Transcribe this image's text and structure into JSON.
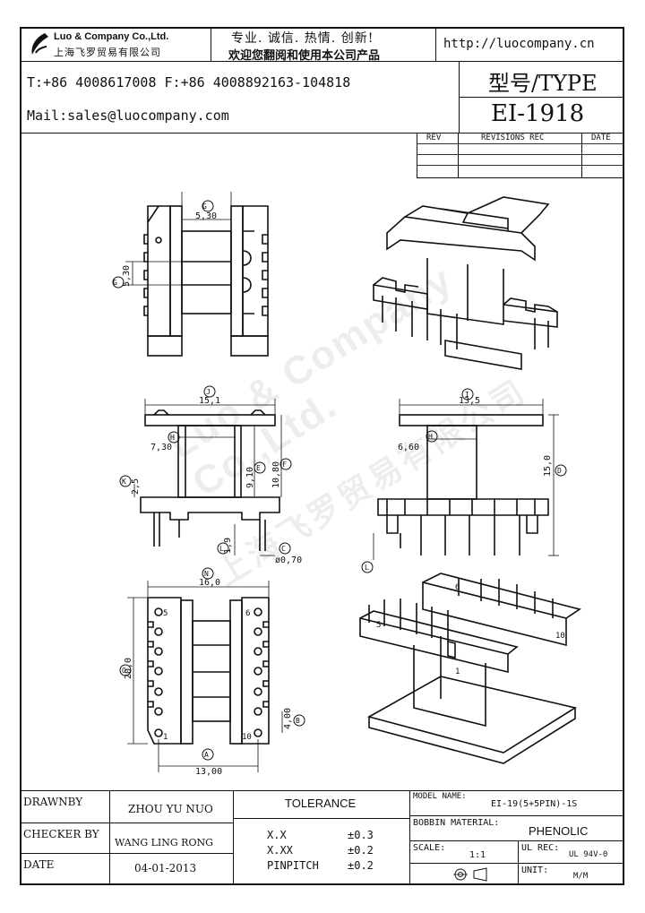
{
  "header": {
    "company_name_en": "Luo & Company Co.,Ltd.",
    "company_name_cn": "上海飞罗贸易有限公司",
    "slogan_line1": "专业. 诚信. 热情. 创新!",
    "slogan_line2": "欢迎您翻阅和使用本公司产品",
    "website": "http://luocompany.cn",
    "phone": "T:+86 4008617008 F:+86 4008892163-104818",
    "mail": "Mail:sales@luocompany.com",
    "type_label": "型号/TYPE",
    "type_value": "EI-1918"
  },
  "revisions": {
    "col_rev": "REV",
    "col_rec": "REVISIONS REC",
    "col_date": "DATE"
  },
  "drawing": {
    "top_view": {
      "dim_g": "5,30",
      "dim_g2": "5,30",
      "marker": "G"
    },
    "front_view": {
      "width": "15,1",
      "inner": "7,30",
      "h1": "9,10",
      "h2": "10,80",
      "k": "2,5",
      "pin_len": "1,9",
      "pin_dia": "ø0,70",
      "m_j": "J",
      "m_h": "H",
      "m_e": "E",
      "m_f": "F",
      "m_k": "K",
      "m_l": "L",
      "m_c": "C"
    },
    "side_view": {
      "width": "13,5",
      "inner": "6,60",
      "height": "15,0",
      "m_i": "I",
      "m_h": "H",
      "m_d": "D",
      "m_l": "L"
    },
    "bottom_view": {
      "width": "16,0",
      "height": "20,0",
      "pitch": "4,00",
      "base": "13,00",
      "pin5": "5",
      "pin6": "6",
      "pin1": "1",
      "pin10": "10",
      "m_n": "N",
      "m_o": "O",
      "m_b": "B",
      "m_a": "A"
    },
    "iso_view2": {
      "pin5": "5",
      "pin6": "6",
      "pin10": "10",
      "pin1": "1"
    }
  },
  "watermark": {
    "en": "Luo & Company Co.,Ltd.",
    "cn": "上海飞罗贸易有限公司"
  },
  "titleblock": {
    "drawnby_label": "DRAWNBY",
    "drawnby_value": "ZHOU YU NUO",
    "checker_label": "CHECKER BY",
    "checker_value": "WANG LING RONG",
    "date_label": "DATE",
    "date_value": "04-01-2013",
    "tolerance_label": "TOLERANCE",
    "tol_xx_label": "X.X",
    "tol_xx_value": "±0.3",
    "tol_xxx_label": "X.XX",
    "tol_xxx_value": "±0.2",
    "tol_pin_label": "PINPITCH",
    "tol_pin_value": "±0.2",
    "model_label": "MODEL NAME:",
    "model_value": "EI-19(5+5PIN)-1S",
    "material_label": "BOBBIN MATERIAL:",
    "material_value": "PHENOLIC",
    "scale_label": "SCALE:",
    "scale_value": "1:1",
    "ul_label": "UL REC:",
    "ul_value": "UL 94V-0",
    "unit_label": "UNIT:",
    "unit_value": "M/M"
  }
}
